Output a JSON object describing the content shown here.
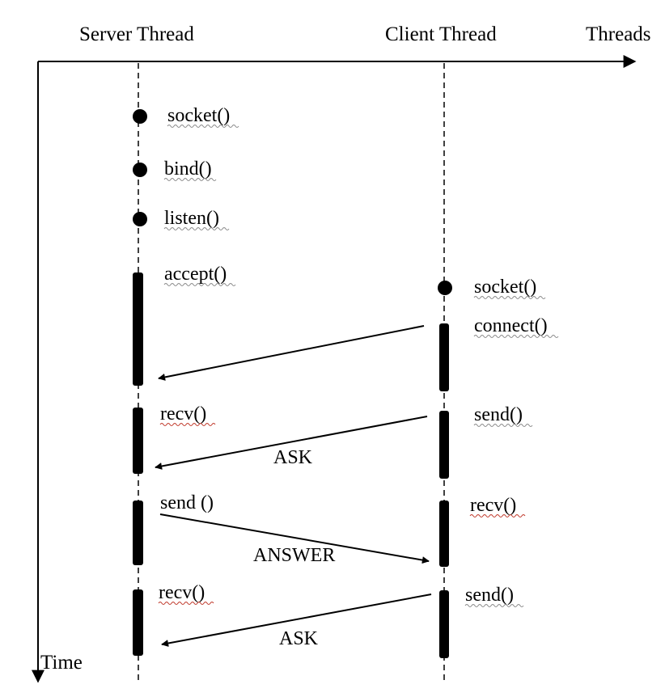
{
  "headers": {
    "server": "Server Thread",
    "client": "Client Thread",
    "threads_axis": "Threads",
    "time_axis": "Time"
  },
  "server_calls": {
    "socket": "socket()",
    "bind": "bind()",
    "listen": "listen()",
    "accept": "accept()",
    "recv1": "recv()",
    "send": "send ()",
    "recv2": "recv()"
  },
  "client_calls": {
    "socket": "socket()",
    "connect": "connect()",
    "send1": "send()",
    "recv": "recv()",
    "send2": "send()"
  },
  "messages": {
    "ask1": "ASK",
    "answer": "ANSWER",
    "ask2": "ASK"
  }
}
